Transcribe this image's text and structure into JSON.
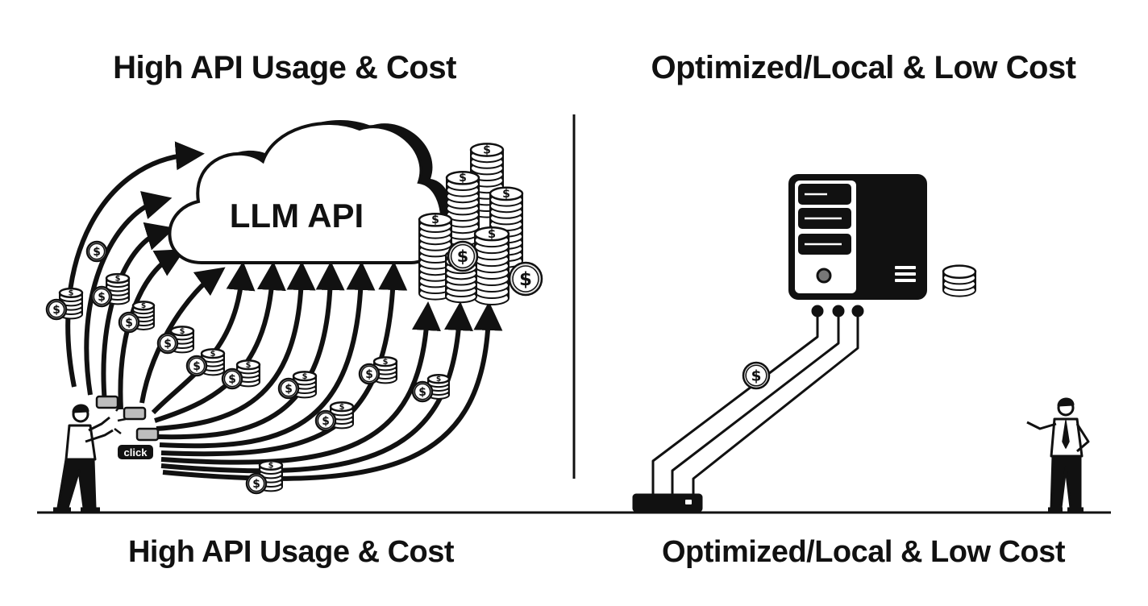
{
  "top_titles": {
    "left": "High API Usage & Cost",
    "right": "Optimized/Local & Low Cost"
  },
  "bottom_titles": {
    "left": "High API Usage & Cost",
    "right": "Optimized/Local & Low Cost"
  },
  "cloud": {
    "label": "LLM API"
  },
  "user": {
    "click_label": "click"
  },
  "currency_symbol": "$",
  "colors": {
    "ink": "#111111",
    "paper": "#ffffff",
    "gray": "#bdbdbd"
  }
}
